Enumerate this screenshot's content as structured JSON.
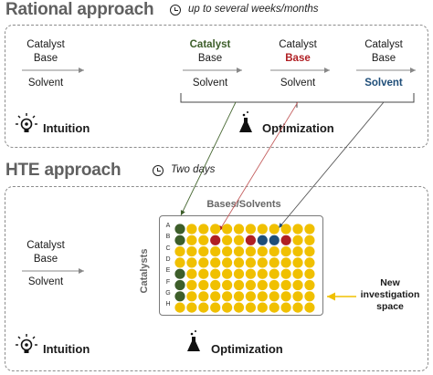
{
  "rational": {
    "title": "Rational approach",
    "duration": "up to several weeks/months",
    "col1": {
      "catalyst": "Catalyst",
      "base": "Base",
      "solvent": "Solvent"
    },
    "col2": {
      "catalyst": "Catalyst",
      "base": "Base",
      "solvent": "Solvent"
    },
    "col3": {
      "catalyst": "Catalyst",
      "base": "Base",
      "solvent": "Solvent"
    },
    "col4": {
      "catalyst": "Catalyst",
      "base": "Base",
      "solvent": "Solvent"
    },
    "intuition": "Intuition",
    "optimization": "Optimization"
  },
  "hte": {
    "title": "HTE approach",
    "duration": "Two days",
    "catalyst": "Catalyst",
    "base": "Base",
    "solvent": "Solvent",
    "plate_top_label": "Bases/Solvents",
    "plate_side_label": "Catalysts",
    "rows": [
      "A",
      "B",
      "C",
      "D",
      "E",
      "F",
      "G",
      "H"
    ],
    "new_space": "New\ninvestigation\nspace",
    "intuition": "Intuition",
    "optimization": "Optimization"
  },
  "colors": {
    "catalyst_green": "#3d5e2a",
    "base_red": "#b01f24",
    "solvent_blue": "#1f4e79",
    "well_yellow": "#f0c000",
    "arrow_yellow": "#f0c000"
  },
  "icons": [
    "clock-icon",
    "lightbulb-icon",
    "flask-icon",
    "arrow-icon"
  ]
}
